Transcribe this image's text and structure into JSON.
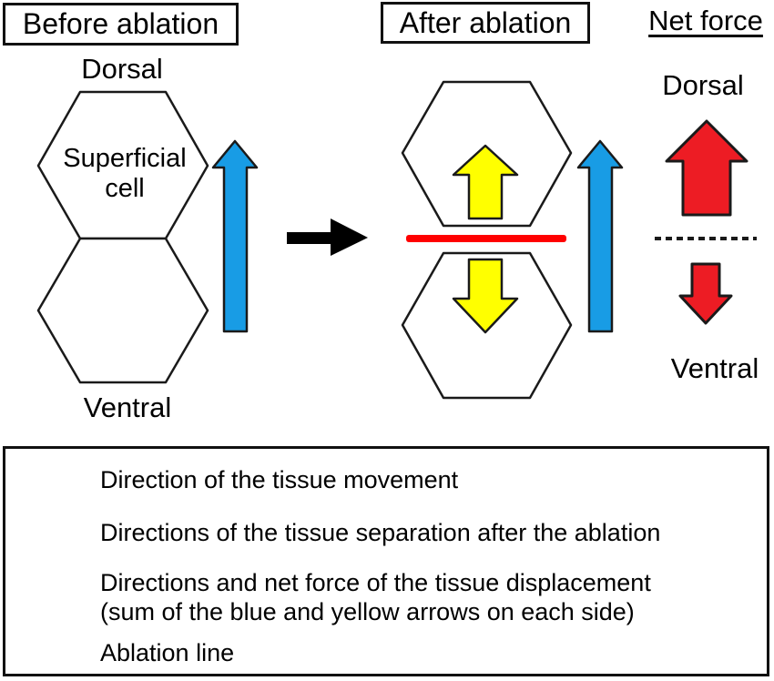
{
  "colors": {
    "blue": "#189CE5",
    "yellow": "#FFFF00",
    "red": "#ED1C24",
    "red_line": "#FF0000",
    "outline": "#1A1A1A",
    "black": "#000000",
    "background": "#FFFFFF"
  },
  "before_panel": {
    "title": "Before ablation",
    "dorsal_label": "Dorsal",
    "ventral_label": "Ventral",
    "cell_label_line1": "Superficial",
    "cell_label_line2": "cell"
  },
  "after_panel": {
    "title": "After ablation"
  },
  "net_force_panel": {
    "title": "Net force",
    "dorsal_label": "Dorsal",
    "ventral_label": "Ventral"
  },
  "legend": {
    "items": [
      {
        "icon": "blue-left-arrow",
        "color": "#189CE5",
        "label": "Direction of the tissue movement"
      },
      {
        "icon": "yellow-left-arrow",
        "color": "#FFFF00",
        "label": "Directions of the tissue separation after the ablation"
      },
      {
        "icon": "red-left-arrow",
        "color": "#ED1C24",
        "label": "Directions and net force of the tissue displacement",
        "label_line2": "(sum of the blue and yellow arrows on each side)"
      },
      {
        "icon": "red-line",
        "color": "#FF0000",
        "label": "Ablation line"
      }
    ]
  }
}
